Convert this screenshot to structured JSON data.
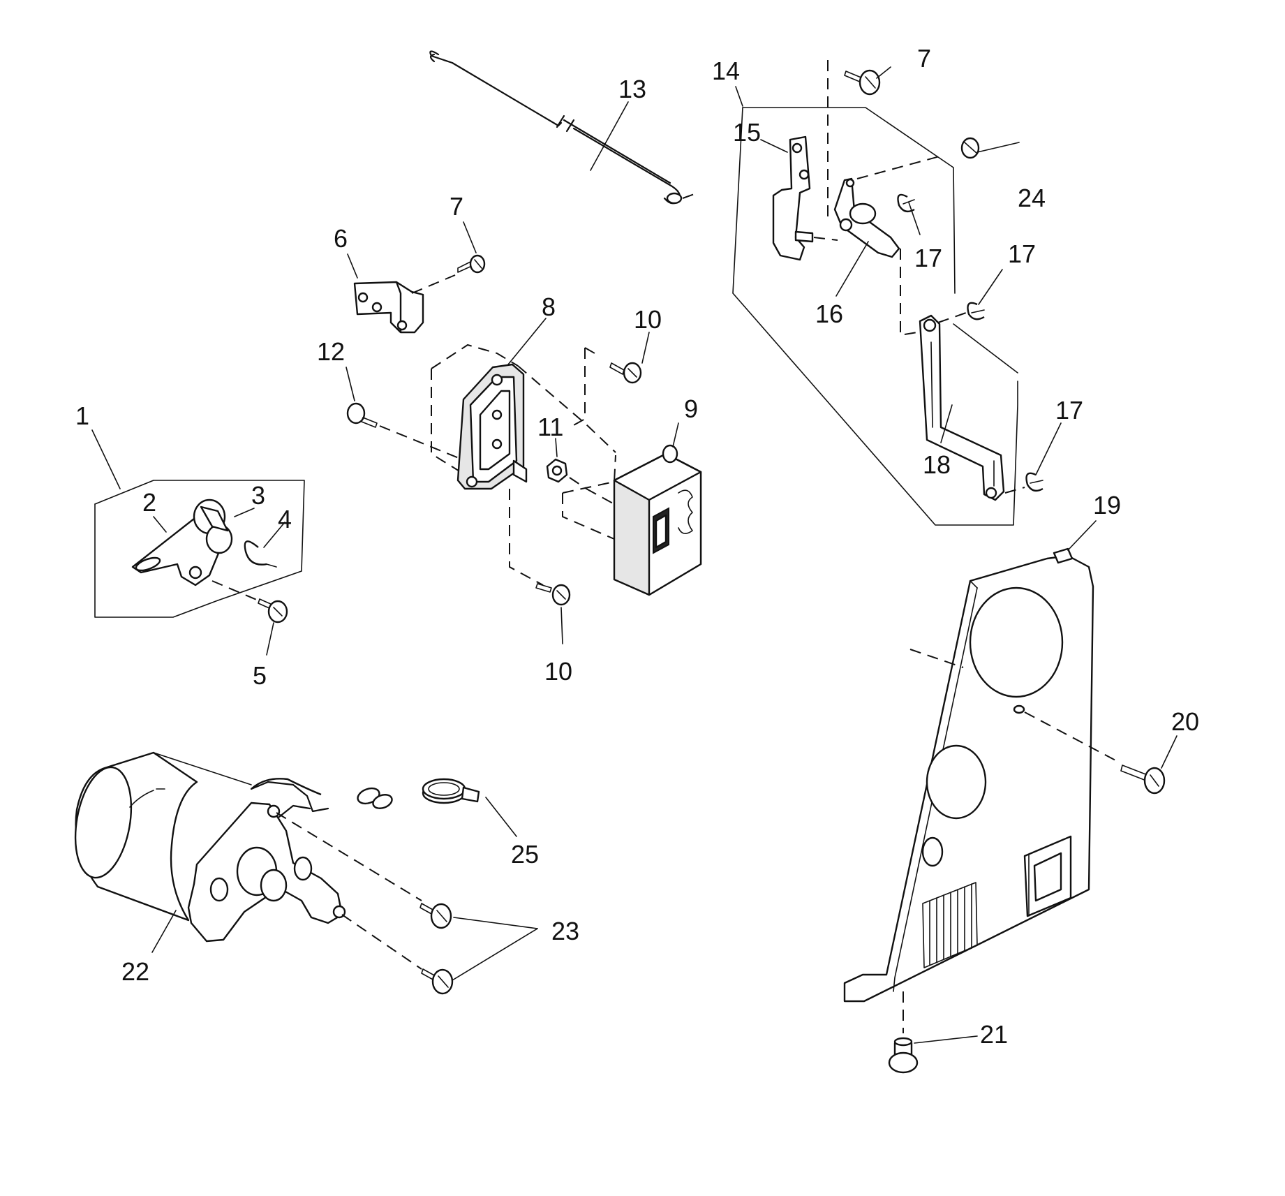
{
  "callouts": [
    {
      "id": "c1",
      "text": "1"
    },
    {
      "id": "c2",
      "text": "2"
    },
    {
      "id": "c3",
      "text": "3"
    },
    {
      "id": "c4",
      "text": "4"
    },
    {
      "id": "c5",
      "text": "5"
    },
    {
      "id": "c6",
      "text": "6"
    },
    {
      "id": "c7a",
      "text": "7"
    },
    {
      "id": "c7b",
      "text": "7"
    },
    {
      "id": "c8",
      "text": "8"
    },
    {
      "id": "c9",
      "text": "9"
    },
    {
      "id": "c10a",
      "text": "10"
    },
    {
      "id": "c10b",
      "text": "10"
    },
    {
      "id": "c11",
      "text": "11"
    },
    {
      "id": "c12",
      "text": "12"
    },
    {
      "id": "c13",
      "text": "13"
    },
    {
      "id": "c14",
      "text": "14"
    },
    {
      "id": "c15",
      "text": "15"
    },
    {
      "id": "c16",
      "text": "16"
    },
    {
      "id": "c17a",
      "text": "17"
    },
    {
      "id": "c17b",
      "text": "17"
    },
    {
      "id": "c17c",
      "text": "17"
    },
    {
      "id": "c18",
      "text": "18"
    },
    {
      "id": "c19",
      "text": "19"
    },
    {
      "id": "c20",
      "text": "20"
    },
    {
      "id": "c21",
      "text": "21"
    },
    {
      "id": "c22",
      "text": "22"
    },
    {
      "id": "c23",
      "text": "23"
    },
    {
      "id": "c24",
      "text": "24"
    },
    {
      "id": "c25",
      "text": "25"
    }
  ]
}
